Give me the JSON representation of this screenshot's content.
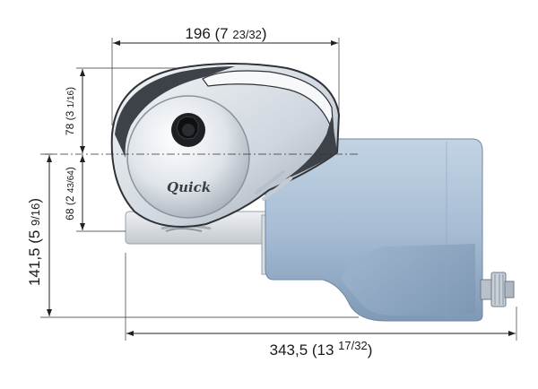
{
  "dimensions": {
    "width_top": {
      "main": "196 (7 ",
      "frac": "23/32",
      "close": ")"
    },
    "width_bottom": {
      "main": "343,5 (13 ",
      "frac": "17/32",
      "close": ")"
    },
    "height_total": {
      "main": "141,5 (5 ",
      "frac": "9/16",
      "close": ")"
    },
    "height_upper": {
      "main": "78 (3 ",
      "frac": "1/16",
      "close": ")"
    },
    "height_lower": {
      "main": "68 (2 ",
      "frac": "43/64",
      "close": ")"
    }
  },
  "product": {
    "logo_text": "Quick"
  },
  "colors": {
    "motor_body": "#a9bfd6",
    "motor_dark": "#8099b5",
    "chrome": "#dfe5ec",
    "chrome_dark": "#4a4f57",
    "background": "#ffffff"
  }
}
